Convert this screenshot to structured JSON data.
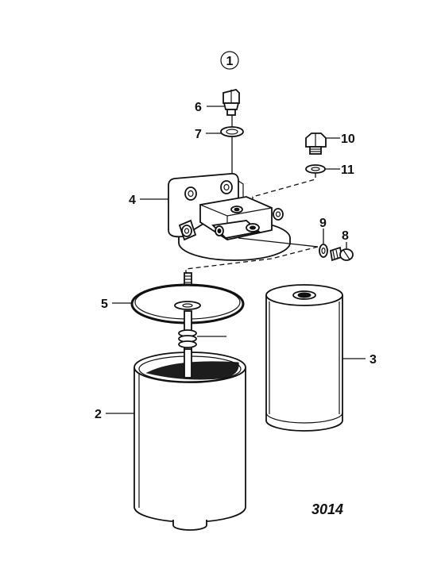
{
  "figure": {
    "group_marker": "1",
    "drawing_number": "3014"
  },
  "callouts": [
    {
      "id": "c6",
      "label": "6"
    },
    {
      "id": "c7",
      "label": "7"
    },
    {
      "id": "c10",
      "label": "10"
    },
    {
      "id": "c11",
      "label": "11"
    },
    {
      "id": "c4",
      "label": "4"
    },
    {
      "id": "c9",
      "label": "9"
    },
    {
      "id": "c8",
      "label": "8"
    },
    {
      "id": "c5",
      "label": "5"
    },
    {
      "id": "c3",
      "label": "3"
    },
    {
      "id": "c2",
      "label": "2"
    }
  ]
}
